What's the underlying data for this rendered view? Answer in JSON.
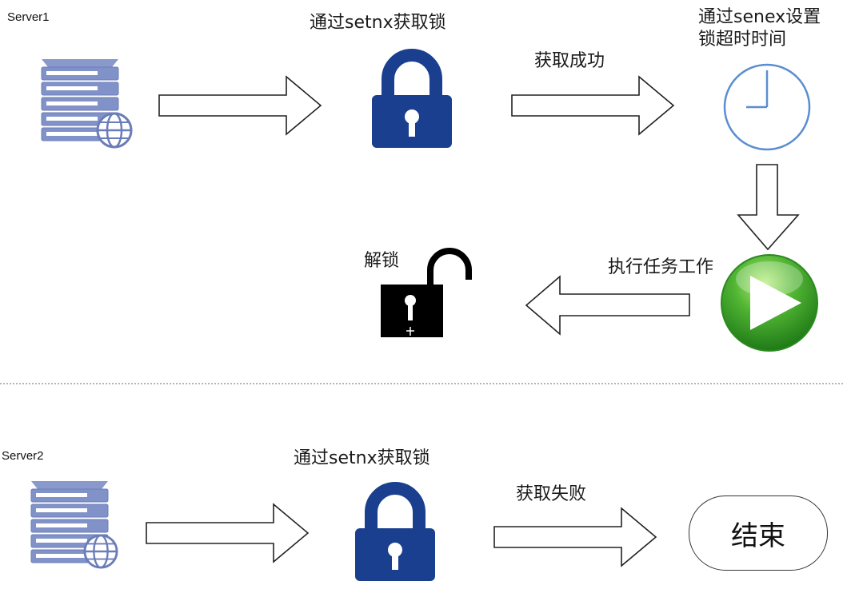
{
  "server1": {
    "name": "Server1",
    "step1_label": "通过setnx获取锁",
    "success_label": "获取成功",
    "timeout_label_line1": "通过senex设置",
    "timeout_label_line2": "锁超时时间",
    "execute_label": "执行任务工作",
    "unlock_label": "解锁"
  },
  "server2": {
    "name": "Server2",
    "step1_label": "通过setnx获取锁",
    "fail_label": "获取失败",
    "end_label": "结束"
  },
  "colors": {
    "lock_blue": "#1a3f8f",
    "server_blue": "#7b8fc6",
    "clock_blue": "#5a8ed0",
    "play_green": "#3aa32a",
    "unlocked_black": "#000000"
  },
  "icons": {
    "server": "server-icon",
    "globe": "globe-icon",
    "lock": "lock-icon",
    "clock": "clock-icon",
    "play": "play-icon",
    "unlocked_lock": "unlocked-lock-icon"
  }
}
